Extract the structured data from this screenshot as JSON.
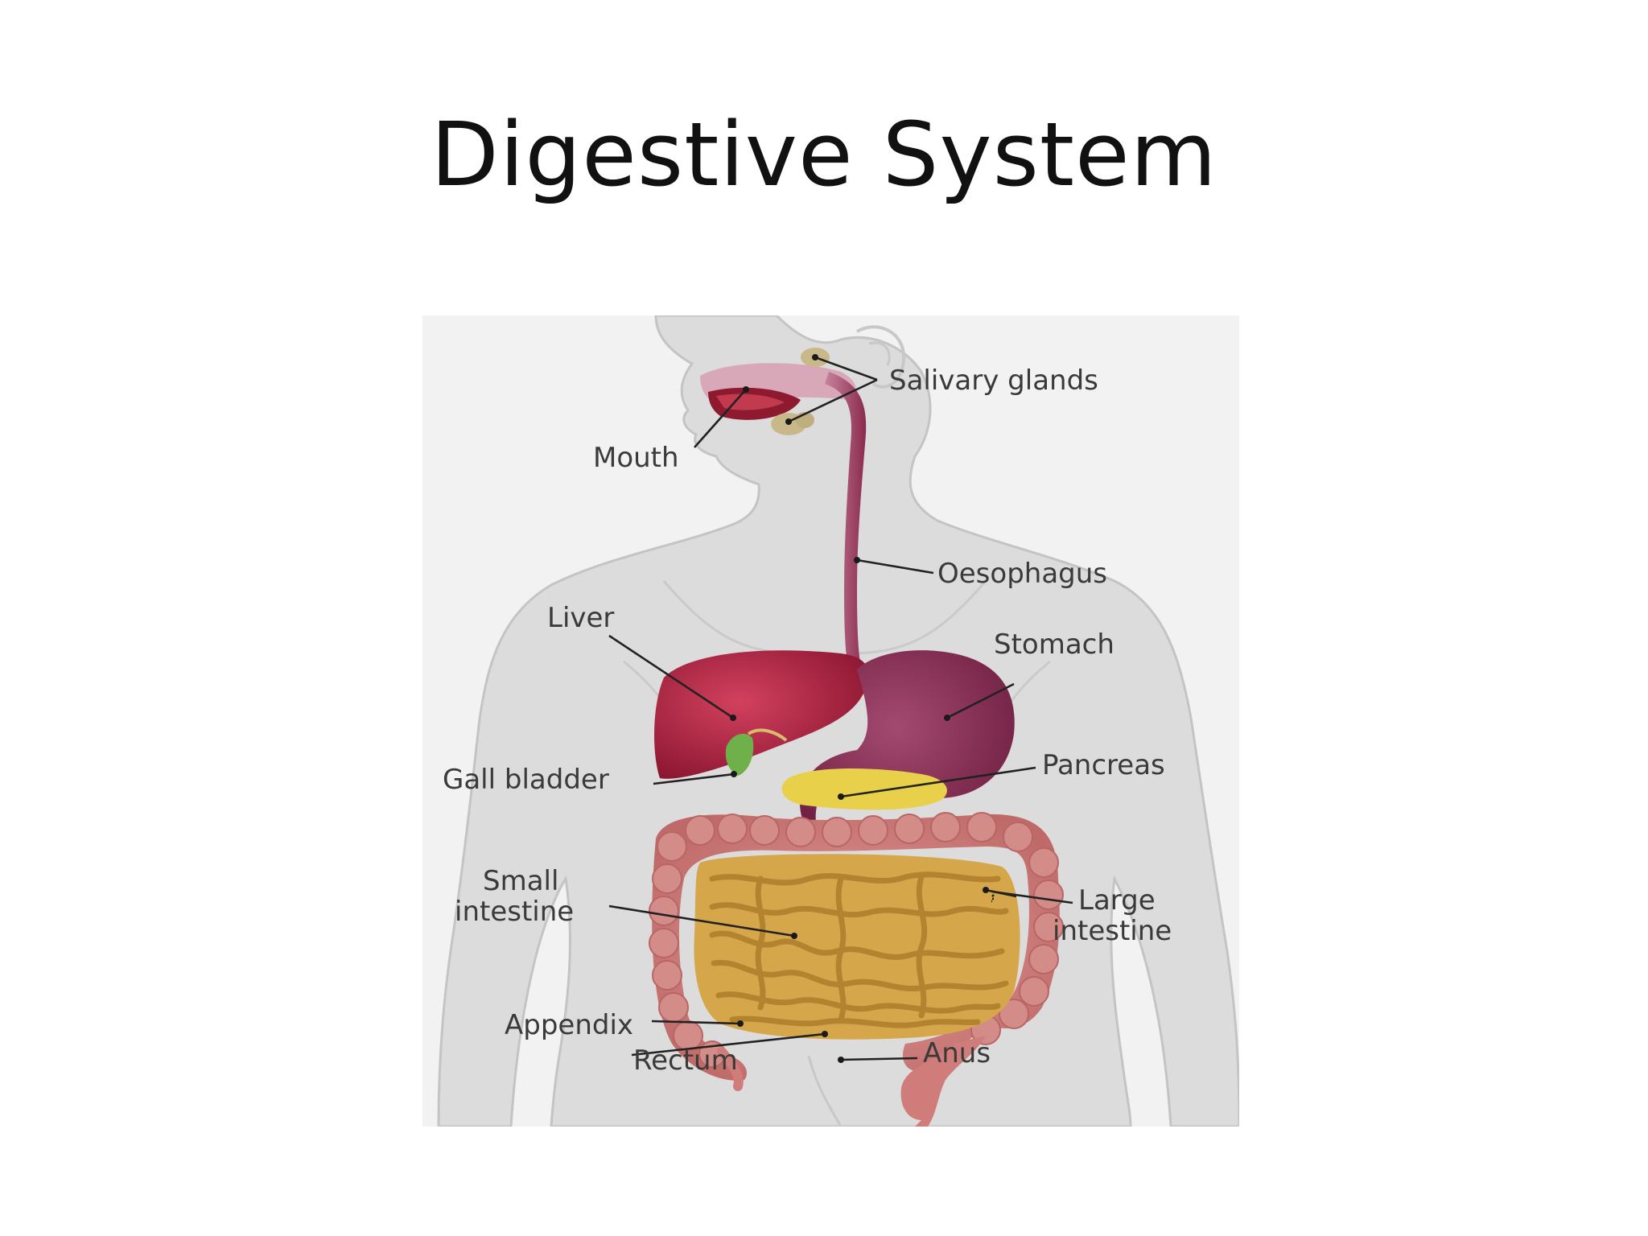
{
  "slide": {
    "title": "Digestive System"
  },
  "diagram": {
    "labels": {
      "salivary_glands": "Salivary glands",
      "mouth": "Mouth",
      "oesophagus": "Oesophagus",
      "liver": "Liver",
      "stomach": "Stomach",
      "gall_bladder": "Gall bladder",
      "pancreas": "Pancreas",
      "small_intestine_1": "Small",
      "small_intestine_2": "intestine",
      "large_intestine_1": "Large",
      "large_intestine_2": "intestine",
      "appendix": "Appendix",
      "rectum": "Rectum",
      "anus": "Anus"
    },
    "colors": {
      "body": "#dcdcdc",
      "body_outline": "#c4c4c4",
      "liver": "#9b1b36",
      "stomach": "#7a2247",
      "oesophagus": "#8a2a4e",
      "pancreas": "#e8d04a",
      "gall_bladder": "#6fb04a",
      "small_intestine": "#d6a64a",
      "large_intestine": "#cf7c7a",
      "salivary": "#c9b98a",
      "mouth_cavity": "#d9a8b8"
    }
  }
}
